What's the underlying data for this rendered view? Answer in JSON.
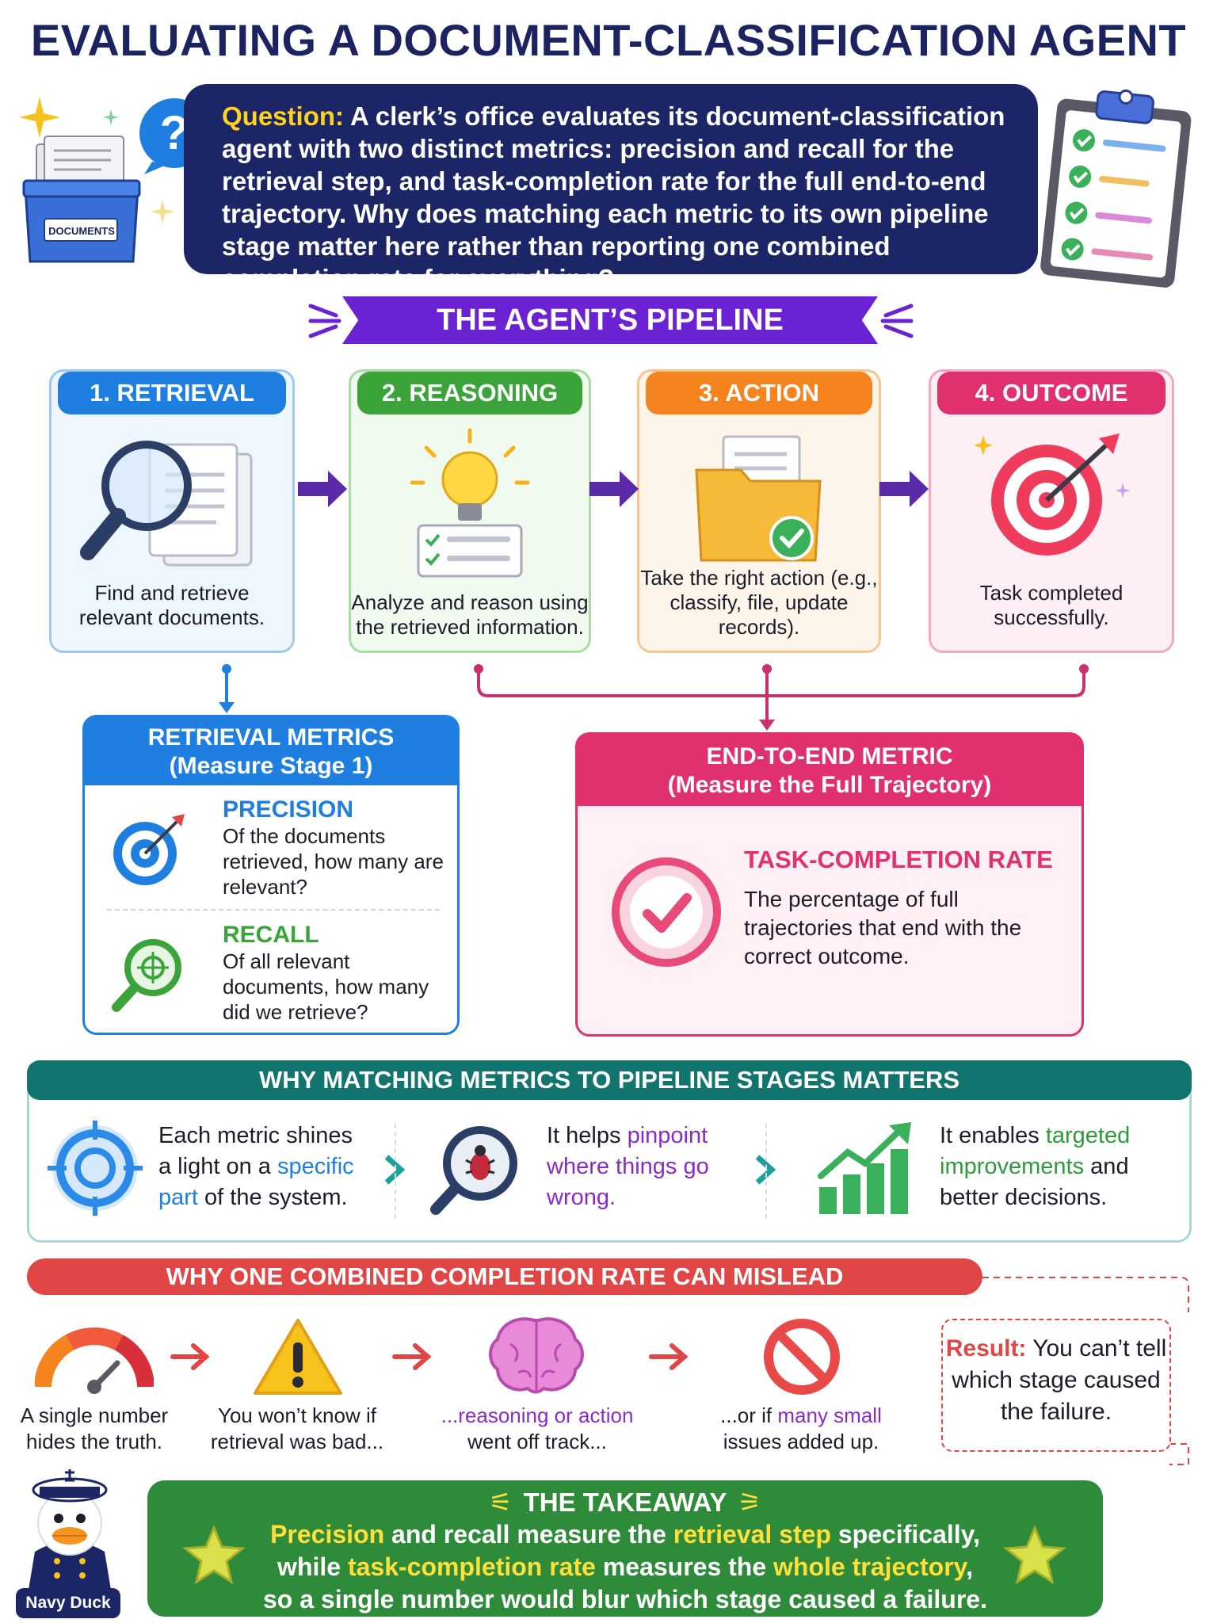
{
  "title": "EVALUATING A DOCUMENT-CLASSIFICATION AGENT",
  "question": {
    "label": "Question:",
    "text": " A clerk’s office evaluates its document-classification agent with two distinct metrics: precision and recall for the retrieval step, and task-completion rate for the full end-to-end trajectory. Why does matching each metric to its own pipeline stage matter here rather than reporting one combined completion rate for everything?"
  },
  "documents_box_label": "DOCUMENTS",
  "pipeline_banner": "THE AGENT’S PIPELINE",
  "stages": [
    {
      "title": "1. RETRIEVAL",
      "desc": "Find and retrieve relevant documents.",
      "color": "#1f7fe0"
    },
    {
      "title": "2. REASONING",
      "desc": "Analyze and reason using the retrieved information.",
      "color": "#3aa43a"
    },
    {
      "title": "3. ACTION",
      "desc": "Take the right action (e.g., classify, file, update records).",
      "color": "#f5841f"
    },
    {
      "title": "4. OUTCOME",
      "desc": "Task completed successfully.",
      "color": "#e0306e"
    }
  ],
  "retrieval_metrics": {
    "title": "RETRIEVAL METRICS",
    "subtitle": "(Measure Stage 1)",
    "precision": {
      "title": "PRECISION",
      "body": "Of the documents retrieved, how many are relevant?"
    },
    "recall": {
      "title": "RECALL",
      "body": "Of all relevant documents, how many did we retrieve?"
    }
  },
  "e2e_metric": {
    "title": "END-TO-END METRIC",
    "subtitle": "(Measure the Full Trajectory)",
    "metric_title": "TASK-COMPLETION RATE",
    "metric_body": "The percentage of full trajectories that end with the correct outcome."
  },
  "matters": {
    "banner": "WHY MATCHING METRICS TO PIPELINE STAGES MATTERS",
    "item1": {
      "pre": "Each metric shines a light on a ",
      "hl": "specific part",
      "post": " of the system."
    },
    "item2": {
      "pre": "It helps ",
      "hl": "pinpoint where things go wrong.",
      "post": ""
    },
    "item3": {
      "pre": "It enables ",
      "hl": "targeted improvements",
      "post": " and better decisions."
    }
  },
  "mislead": {
    "banner": "WHY ONE COMBINED COMPLETION RATE CAN MISLEAD",
    "steps": [
      "A single number hides the truth.",
      "You won’t know if retrieval was bad...",
      "...reasoning or action went off track...",
      "...or if many small issues added up."
    ],
    "result_label": "Result:",
    "result_text": " You can’t tell which stage caused the failure."
  },
  "takeaway": {
    "title": "THE TAKEAWAY",
    "l1a": "Precision",
    "l1b": " and recall measure the ",
    "l1c": "retrieval step",
    "l1d": " specifically,",
    "l2a": "while ",
    "l2b": "task-completion rate",
    "l2c": " measures the ",
    "l2d": "whole trajectory",
    "l2e": ",",
    "l3": "so a single number would blur which stage caused a failure."
  },
  "mascot_label": "Navy Duck"
}
